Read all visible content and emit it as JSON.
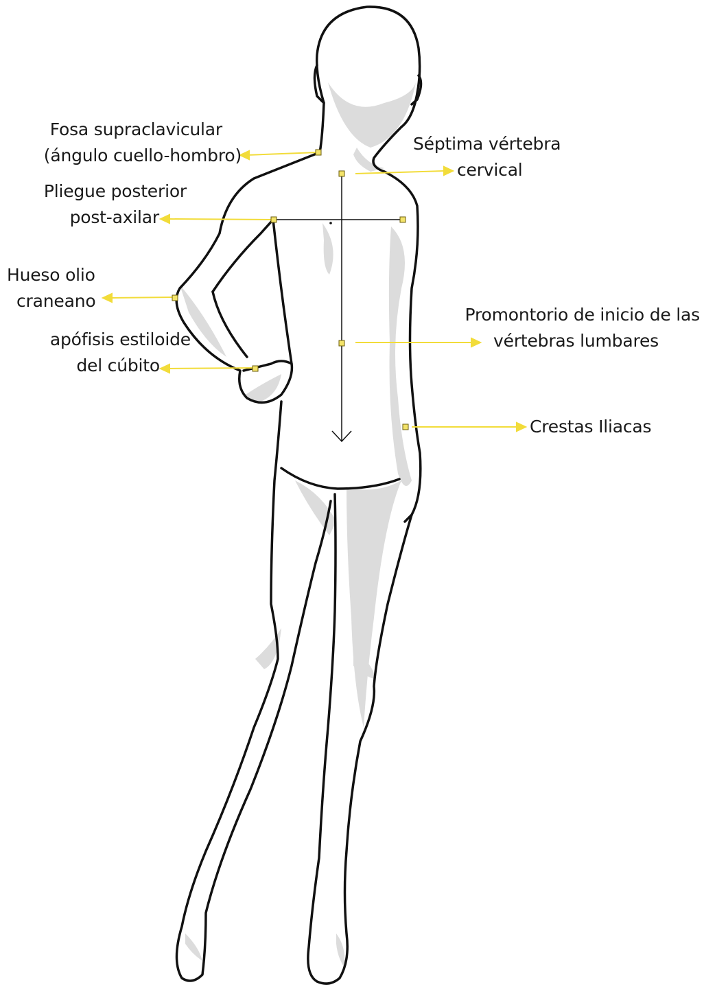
{
  "colors": {
    "outline": "#111111",
    "shade": "#d9d9d9",
    "marker_fill": "#f3e36a",
    "marker_stroke": "#8a7a10",
    "leader": "#f2dc3a"
  },
  "labels": {
    "fosa": {
      "line1": "Fosa supraclavicular",
      "line2": "(ángulo cuello-hombro)"
    },
    "septima": {
      "line1": "Séptima vértebra",
      "line2": "cervical"
    },
    "pliegue": {
      "line1": "Pliegue posterior",
      "line2": "post-axilar"
    },
    "hueso": {
      "line1": "Hueso olio",
      "line2": "craneano"
    },
    "apofisis": {
      "line1": "apófisis estiloide",
      "line2": "del cúbito"
    },
    "promontorio": {
      "line1": "Promontorio de inicio de las",
      "line2": "vértebras lumbares"
    },
    "crestas": {
      "line1": "Crestas Iliacas"
    }
  }
}
